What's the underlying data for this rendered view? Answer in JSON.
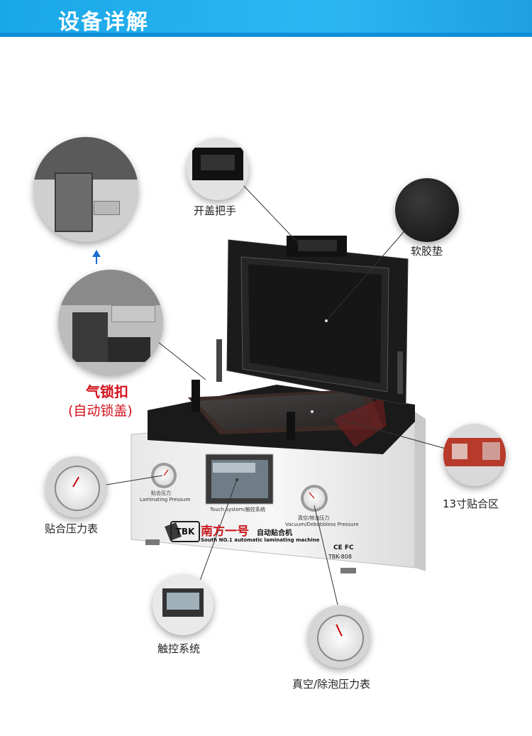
{
  "header": {
    "title": "设备详解"
  },
  "callouts": {
    "handle": "开盖把手",
    "pad": "软胶垫",
    "lock_title": "气锁扣",
    "lock_sub": "(自动锁盖)",
    "area": "13寸贴合区",
    "lam_gauge": "贴合压力表",
    "touch": "触控系统",
    "vac_gauge": "真空/除泡压力表"
  },
  "machine": {
    "lam_label_cn": "贴合压力",
    "lam_label_en": "Laminating Pressure",
    "touch_label": "Touch system/触控系统",
    "vac_label_cn": "真空/除泡压力",
    "vac_label_en": "Vacuum/Debubbless Pressure",
    "brand_logo": "TBK",
    "brand_cn": "南方一号",
    "brand_cn2": "自动贴合机",
    "brand_en": "South NO.1 automatic laminating machine",
    "cert": "CE FC",
    "model": "TBK-808"
  },
  "colors": {
    "header": "#1aa7e8",
    "red": "#d3121d",
    "arrow": "#1a6fd0"
  }
}
